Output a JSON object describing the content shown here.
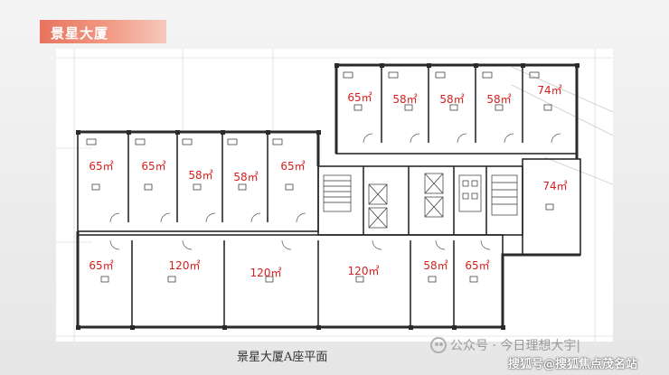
{
  "header": {
    "title": "景星大厦"
  },
  "plan": {
    "caption": "景星大厦A座平面",
    "units": [
      {
        "id": "u1",
        "area": "65㎡"
      },
      {
        "id": "u2",
        "area": "58㎡"
      },
      {
        "id": "u3",
        "area": "58㎡"
      },
      {
        "id": "u4",
        "area": "58㎡"
      },
      {
        "id": "u5",
        "area": "74㎡"
      },
      {
        "id": "u6",
        "area": "65㎡"
      },
      {
        "id": "u7",
        "area": "65㎡"
      },
      {
        "id": "u8",
        "area": "58㎡"
      },
      {
        "id": "u9",
        "area": "58㎡"
      },
      {
        "id": "u10",
        "area": "65㎡"
      },
      {
        "id": "u11",
        "area": "74㎡"
      },
      {
        "id": "u12",
        "area": "65㎡"
      },
      {
        "id": "u13",
        "area": "120㎡"
      },
      {
        "id": "u14",
        "area": "120㎡"
      },
      {
        "id": "u15",
        "area": "120㎡"
      },
      {
        "id": "u16",
        "area": "58㎡"
      },
      {
        "id": "u17",
        "area": "65㎡"
      }
    ]
  },
  "footer": {
    "wechat_text": "公众号 · 今日理想大宇|",
    "watermark": "搜狐号@搜狐焦点茂名站"
  },
  "colors": {
    "accent": "#e8735e",
    "area_text": "#d81e1e"
  }
}
